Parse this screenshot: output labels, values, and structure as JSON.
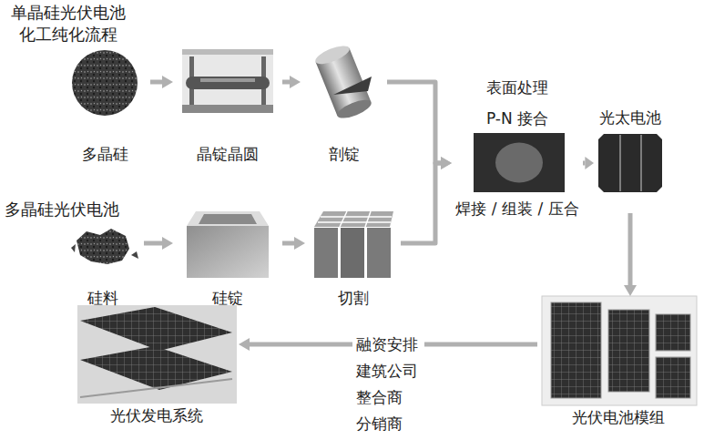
{
  "diagram": {
    "nodes": [
      {
        "text": [
          "多晶硅"
        ]
      },
      {
        "text": [
          "晶锭晶圆"
        ]
      },
      {
        "text": [
          "剖锭"
        ]
      },
      {
        "text": [
          "表面处理",
          "P-N 接合",
          "焊接 / 组装 / 压合"
        ]
      },
      {
        "text": [
          "光太电池"
        ]
      },
      {
        "text": [
          "硅料"
        ]
      },
      {
        "text": [
          "硅锭"
        ]
      },
      {
        "text": [
          "切割"
        ]
      },
      {
        "text": [
          "光伏电池模组"
        ]
      },
      {
        "text": [
          "光伏发电系统"
        ]
      }
    ],
    "edges": [
      {
        "from": 0,
        "to": 1,
        "arrow": "to"
      },
      {
        "from": 1,
        "to": 2,
        "arrow": "to"
      },
      {
        "from": 2,
        "to": 3,
        "arrow": "to"
      },
      {
        "from": 5,
        "to": 6,
        "arrow": "to"
      },
      {
        "from": 6,
        "to": 7,
        "arrow": "to"
      },
      {
        "from": 7,
        "to": 3,
        "arrow": "to"
      },
      {
        "from": 3,
        "to": 4,
        "arrow": "to"
      },
      {
        "from": 4,
        "to": 8,
        "arrow": "to"
      },
      {
        "from": 8,
        "to": 9,
        "label": "融资安排 建筑公司 整合商 分销商",
        "arrow": "to"
      }
    ],
    "labels": [
      "单晶硅光伏电池 化工纯化流程",
      "多晶硅光伏电池"
    ]
  }
}
